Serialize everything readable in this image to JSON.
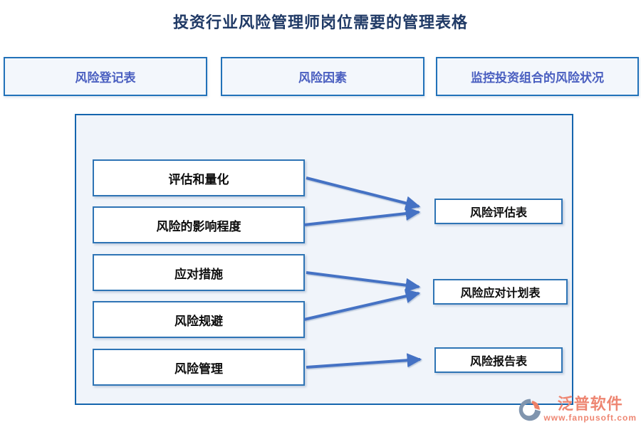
{
  "title": "投资行业风险管理师岗位需要的管理表格",
  "top_tabs": [
    {
      "label": "风险登记表"
    },
    {
      "label": "风险因素"
    },
    {
      "label": "监控投资组合的风险状况"
    }
  ],
  "diagram": {
    "left_items": [
      "评估和量化",
      "风险的影响程度",
      "应对措施",
      "风险规避",
      "风险管理"
    ],
    "right_items": [
      "风险评估表",
      "风险应对计划表",
      "风险报告表"
    ],
    "connections": [
      {
        "from": "评估和量化",
        "to": "风险评估表"
      },
      {
        "from": "风险的影响程度",
        "to": "风险评估表"
      },
      {
        "from": "应对措施",
        "to": "风险应对计划表"
      },
      {
        "from": "风险规避",
        "to": "风险应对计划表"
      },
      {
        "from": "风险管理",
        "to": "风险报告表"
      }
    ]
  },
  "footer": {
    "brand": "泛普软件",
    "website": "www.fanpusoft.com"
  },
  "colors": {
    "title_text": "#203a66",
    "tab_border": "#2272b9",
    "tab_text": "#4a5fc0",
    "tab_background": "#f3f7fc",
    "container_border": "#1565ae",
    "container_background": "#f0f4fa",
    "node_border": "#2e74b5",
    "node_text": "#0d0d0d",
    "arrow": "#4472c4",
    "brand_text": "#ee8672"
  }
}
